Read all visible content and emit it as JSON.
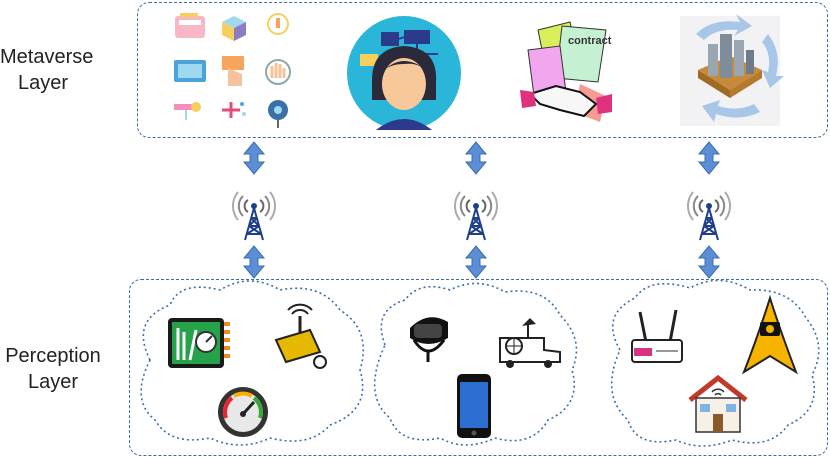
{
  "layers": {
    "metaverse": {
      "line1": "Metaverse",
      "line2": "Layer"
    },
    "perception": {
      "line1": "Perception",
      "line2": "Layer"
    }
  },
  "icons": {
    "metaverse": [
      "app-grid-icon",
      "avatar-user-icon",
      "contract-handshake-icon",
      "smart-city-sync-icon"
    ],
    "connection": [
      "cell-tower-icon",
      "bidirectional-arrow-icon"
    ],
    "perception": [
      "pressure-sensor-icon",
      "surveillance-camera-icon",
      "speedometer-gauge-icon",
      "vr-headset-icon",
      "satellite-van-icon",
      "smartphone-icon",
      "wifi-router-icon",
      "star-camera-icon",
      "smart-home-icon"
    ]
  },
  "contract_text": "contract",
  "colors": {
    "dashed_border": "#3a6ea8",
    "arrow": "#5b8ed6",
    "cloud_dots": "#3a6ea8"
  }
}
